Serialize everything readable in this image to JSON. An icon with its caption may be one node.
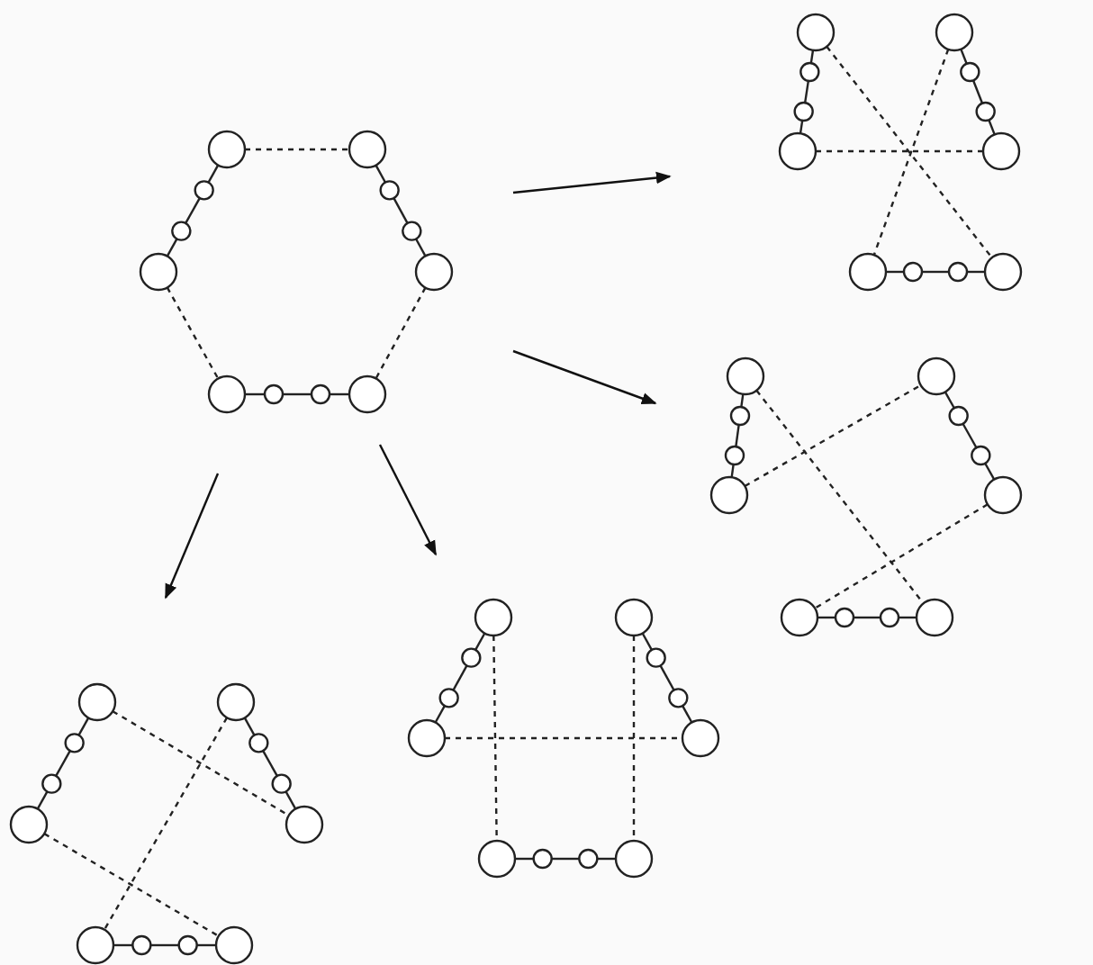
{
  "diagram": {
    "nodes": [
      {
        "text": [],
        "shape": "circle"
      },
      {
        "text": [],
        "shape": "circle"
      },
      {
        "text": [],
        "shape": "circle"
      },
      {
        "text": [],
        "shape": "circle"
      },
      {
        "text": [],
        "shape": "circle"
      },
      {
        "text": [],
        "shape": "circle"
      },
      {
        "text": [],
        "shape": "circle"
      },
      {
        "text": [],
        "shape": "circle"
      },
      {
        "text": [],
        "shape": "circle"
      },
      {
        "text": [],
        "shape": "circle"
      },
      {
        "text": [],
        "shape": "circle"
      },
      {
        "text": [],
        "shape": "circle"
      },
      {
        "text": [],
        "shape": "circle"
      },
      {
        "text": [],
        "shape": "circle"
      },
      {
        "text": [],
        "shape": "circle"
      },
      {
        "text": [],
        "shape": "circle"
      },
      {
        "text": [],
        "shape": "circle"
      },
      {
        "text": [],
        "shape": "circle"
      },
      {
        "text": [],
        "shape": "circle"
      },
      {
        "text": [],
        "shape": "circle"
      },
      {
        "text": [],
        "shape": "circle"
      },
      {
        "text": [],
        "shape": "circle"
      },
      {
        "text": [],
        "shape": "circle"
      },
      {
        "text": [],
        "shape": "circle"
      },
      {
        "text": [],
        "shape": "circle"
      },
      {
        "text": [],
        "shape": "circle"
      },
      {
        "text": [],
        "shape": "circle"
      },
      {
        "text": [],
        "shape": "circle"
      },
      {
        "text": [],
        "shape": "circle"
      },
      {
        "text": [],
        "shape": "circle"
      },
      {
        "text": [],
        "shape": "circle"
      },
      {
        "text": [],
        "shape": "circle"
      },
      {
        "text": [],
        "shape": "circle"
      },
      {
        "text": [],
        "shape": "circle"
      },
      {
        "text": [],
        "shape": "circle"
      },
      {
        "text": [],
        "shape": "circle"
      },
      {
        "text": [],
        "shape": "circle"
      },
      {
        "text": [],
        "shape": "circle"
      },
      {
        "text": [],
        "shape": "circle"
      },
      {
        "text": [],
        "shape": "circle"
      },
      {
        "text": [],
        "shape": "circle"
      },
      {
        "text": [],
        "shape": "circle"
      },
      {
        "text": [],
        "shape": "circle"
      },
      {
        "text": [],
        "shape": "circle"
      },
      {
        "text": [],
        "shape": "circle"
      },
      {
        "text": [],
        "shape": "circle"
      },
      {
        "text": [],
        "shape": "circle"
      },
      {
        "text": [],
        "shape": "circle"
      },
      {
        "text": [],
        "shape": "circle"
      },
      {
        "text": [],
        "shape": "circle"
      },
      {
        "text": [],
        "shape": "circle"
      },
      {
        "text": [],
        "shape": "circle"
      },
      {
        "text": [],
        "shape": "circle"
      },
      {
        "text": [],
        "shape": "circle"
      },
      {
        "text": [],
        "shape": "circle"
      },
      {
        "text": [],
        "shape": "circle"
      },
      {
        "text": [],
        "shape": "circle"
      },
      {
        "text": [],
        "shape": "circle"
      },
      {
        "text": [],
        "shape": "circle"
      },
      {
        "text": [],
        "shape": "circle"
      }
    ],
    "edges": [
      {
        "from": 0,
        "to": 1,
        "arrow": "none"
      },
      {
        "from": 1,
        "to": 2,
        "arrow": "none"
      },
      {
        "from": 2,
        "to": 3,
        "arrow": "none"
      },
      {
        "from": 4,
        "to": 5,
        "arrow": "none"
      },
      {
        "from": 5,
        "to": 6,
        "arrow": "none"
      },
      {
        "from": 6,
        "to": 7,
        "arrow": "none"
      },
      {
        "from": 8,
        "to": 9,
        "arrow": "none"
      },
      {
        "from": 9,
        "to": 10,
        "arrow": "none"
      },
      {
        "from": 10,
        "to": 11,
        "arrow": "none"
      },
      {
        "from": 0,
        "to": 4,
        "arrow": "none",
        "style": "dashed"
      },
      {
        "from": 3,
        "to": 8,
        "arrow": "none",
        "style": "dashed"
      },
      {
        "from": 7,
        "to": 11,
        "arrow": "none",
        "style": "dashed"
      },
      {
        "from": 12,
        "to": 13,
        "arrow": "none"
      },
      {
        "from": 13,
        "to": 14,
        "arrow": "none"
      },
      {
        "from": 14,
        "to": 15,
        "arrow": "none"
      },
      {
        "from": 16,
        "to": 17,
        "arrow": "none"
      },
      {
        "from": 17,
        "to": 18,
        "arrow": "none"
      },
      {
        "from": 18,
        "to": 19,
        "arrow": "none"
      },
      {
        "from": 20,
        "to": 21,
        "arrow": "none"
      },
      {
        "from": 21,
        "to": 22,
        "arrow": "none"
      },
      {
        "from": 22,
        "to": 23,
        "arrow": "none"
      },
      {
        "from": 15,
        "to": 19,
        "arrow": "none",
        "style": "dashed"
      },
      {
        "from": 12,
        "to": 23,
        "arrow": "none",
        "style": "dashed"
      },
      {
        "from": 16,
        "to": 20,
        "arrow": "none",
        "style": "dashed"
      },
      {
        "from": 24,
        "to": 25,
        "arrow": "none"
      },
      {
        "from": 25,
        "to": 26,
        "arrow": "none"
      },
      {
        "from": 26,
        "to": 27,
        "arrow": "none"
      },
      {
        "from": 28,
        "to": 29,
        "arrow": "none"
      },
      {
        "from": 29,
        "to": 30,
        "arrow": "none"
      },
      {
        "from": 30,
        "to": 31,
        "arrow": "none"
      },
      {
        "from": 32,
        "to": 33,
        "arrow": "none"
      },
      {
        "from": 33,
        "to": 34,
        "arrow": "none"
      },
      {
        "from": 34,
        "to": 35,
        "arrow": "none"
      },
      {
        "from": 27,
        "to": 28,
        "arrow": "none",
        "style": "dashed"
      },
      {
        "from": 24,
        "to": 35,
        "arrow": "none",
        "style": "dashed"
      },
      {
        "from": 31,
        "to": 32,
        "arrow": "none",
        "style": "dashed"
      },
      {
        "from": 36,
        "to": 37,
        "arrow": "none"
      },
      {
        "from": 37,
        "to": 38,
        "arrow": "none"
      },
      {
        "from": 38,
        "to": 39,
        "arrow": "none"
      },
      {
        "from": 40,
        "to": 41,
        "arrow": "none"
      },
      {
        "from": 41,
        "to": 42,
        "arrow": "none"
      },
      {
        "from": 42,
        "to": 43,
        "arrow": "none"
      },
      {
        "from": 44,
        "to": 45,
        "arrow": "none"
      },
      {
        "from": 45,
        "to": 46,
        "arrow": "none"
      },
      {
        "from": 46,
        "to": 47,
        "arrow": "none"
      },
      {
        "from": 39,
        "to": 43,
        "arrow": "none",
        "style": "dashed"
      },
      {
        "from": 36,
        "to": 44,
        "arrow": "none",
        "style": "dashed"
      },
      {
        "from": 40,
        "to": 47,
        "arrow": "none",
        "style": "dashed"
      },
      {
        "from": 48,
        "to": 49,
        "arrow": "none"
      },
      {
        "from": 49,
        "to": 50,
        "arrow": "none"
      },
      {
        "from": 50,
        "to": 51,
        "arrow": "none"
      },
      {
        "from": 52,
        "to": 53,
        "arrow": "none"
      },
      {
        "from": 53,
        "to": 54,
        "arrow": "none"
      },
      {
        "from": 54,
        "to": 55,
        "arrow": "none"
      },
      {
        "from": 56,
        "to": 57,
        "arrow": "none"
      },
      {
        "from": 57,
        "to": 58,
        "arrow": "none"
      },
      {
        "from": 58,
        "to": 59,
        "arrow": "none"
      },
      {
        "from": 48,
        "to": 55,
        "arrow": "none",
        "style": "dashed"
      },
      {
        "from": 52,
        "to": 56,
        "arrow": "none",
        "style": "dashed"
      },
      {
        "from": 51,
        "to": 59,
        "arrow": "none",
        "style": "dashed"
      }
    ]
  }
}
